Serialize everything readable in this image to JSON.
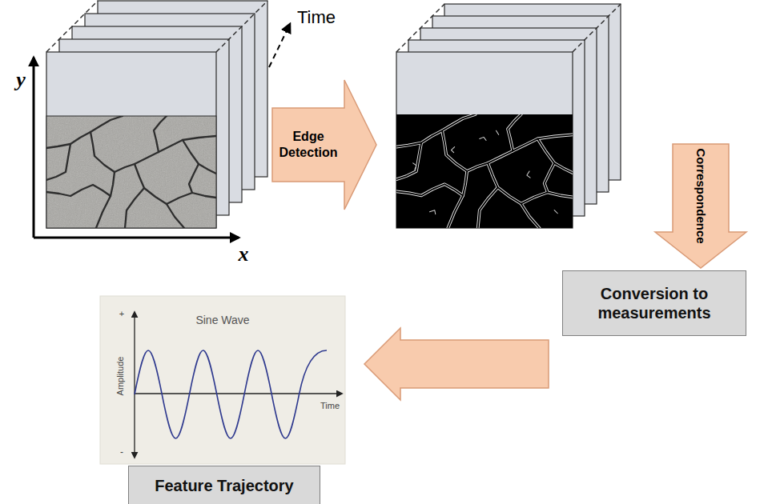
{
  "diagram": {
    "nodes": [
      {
        "text": [
          "Edge Detection"
        ]
      },
      {
        "text": [
          "Correspondence"
        ]
      },
      {
        "text": [
          "Conversion to measurements"
        ]
      },
      {
        "text": [
          "Sine Wave"
        ]
      },
      {
        "text": [
          "Feature Trajectory"
        ]
      }
    ],
    "edges": [
      {
        "from": 2,
        "to": 3,
        "arrow": "to"
      }
    ],
    "labels": [
      "y",
      "Time",
      "x",
      "Amplitude",
      "Time",
      "+",
      "-"
    ]
  }
}
